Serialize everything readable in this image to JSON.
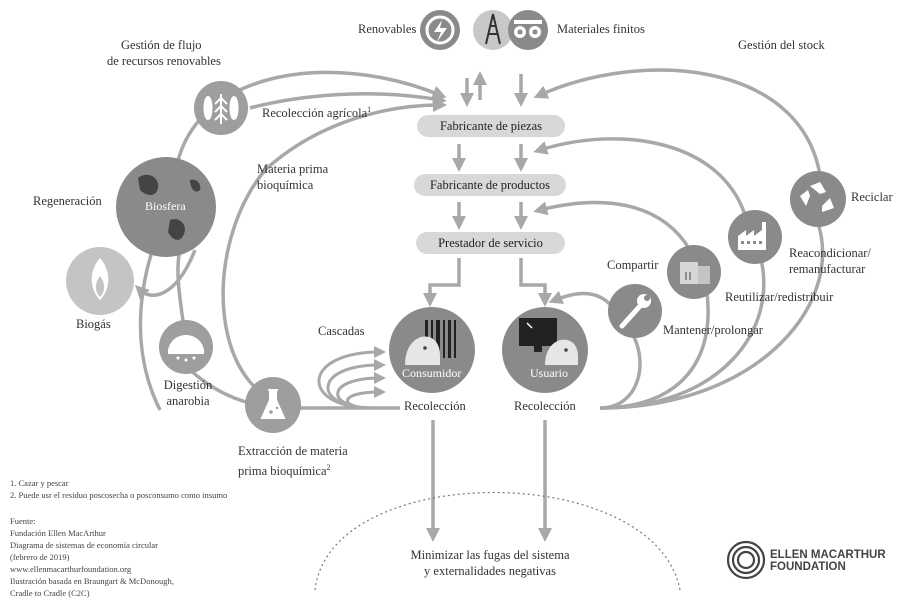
{
  "top": {
    "renewables": "Renovables",
    "finite_materials": "Materiales finitos",
    "flow_management": [
      "Gestión de flujo",
      "de recursos renovables"
    ],
    "stock_management": "Gestión del stock"
  },
  "process": {
    "parts_manufacturer": "Fabricante de piezas",
    "product_manufacturer": "Fabricante de productos",
    "service_provider": "Prestador de servicio"
  },
  "biological": {
    "agricultural_collection": "Recolección agrícola",
    "agricultural_sup": "1",
    "biochemical_feedstock": [
      "Materia prima",
      "bioquímica"
    ],
    "regeneration": "Regeneración",
    "biosphere": "Biosfera",
    "biogas": "Biogás",
    "anaerobic_digestion": [
      "Digestión",
      "anarobia"
    ],
    "cascades": "Cascadas",
    "extraction": [
      "Extracción de materia",
      "prima bioquímica"
    ],
    "extraction_sup": "2",
    "consumer": "Consumidor",
    "collection_left": "Recolección"
  },
  "technical": {
    "recycle": "Reciclar",
    "refurbish": [
      "Reacondicionar/",
      "remanufacturar"
    ],
    "share": "Compartir",
    "reuse": "Reutilizar/redistribuir",
    "maintain": "Mantener/prolongar",
    "user": "Usuario",
    "collection_right": "Recolección"
  },
  "bottom": {
    "minimize": [
      "Minimizar las fugas del sistema",
      "y externalidades negativas"
    ]
  },
  "footnotes": [
    "1. Cazar y pescar",
    "2. Puede usr el residuo poscosecha o posconsumo como insumo"
  ],
  "source": [
    "Fuente:",
    "Fundación Ellen MacArthur",
    "Diagrama de sistemas de economía circular",
    "(febrero de 2019)",
    "www.ellenmacarthurfoundation.org",
    "Ilustración basada en Braungart & McDonough,",
    "Cradle to Cradle (C2C)"
  ],
  "logo": [
    "ELLEN MACARTHUR",
    "FOUNDATION"
  ],
  "colors": {
    "arrow": "#a8a8a8",
    "circle_dark": "#8a8a8a",
    "circle_mid": "#9e9e9e",
    "pill": "#d8d8d8",
    "text": "#333333"
  }
}
